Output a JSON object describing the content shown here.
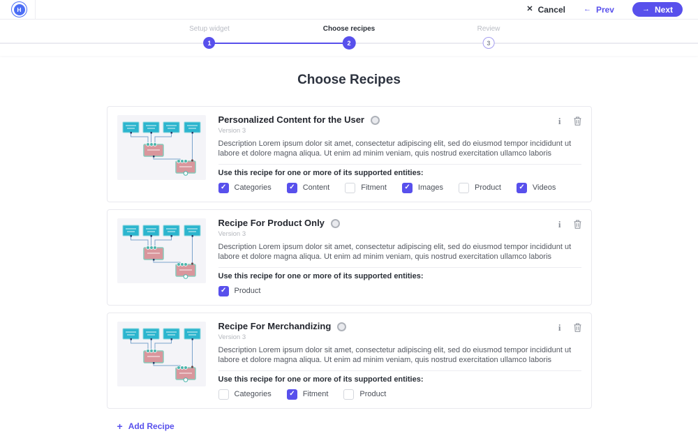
{
  "header": {
    "logo_letter": "H",
    "cancel_label": "Cancel",
    "prev_label": "Prev",
    "next_label": "Next"
  },
  "icons": {
    "cancel": "✕",
    "prev_arrow": "←",
    "next_arrow": "→",
    "info": "i",
    "add_plus": "+"
  },
  "stepper": {
    "steps": [
      {
        "number": "1",
        "label": "Setup widget",
        "state": "complete"
      },
      {
        "number": "2",
        "label": "Choose recipes",
        "state": "active"
      },
      {
        "number": "3",
        "label": "Review",
        "state": "upcoming"
      }
    ]
  },
  "page": {
    "title": "Choose Recipes",
    "add_recipe_label": "Add Recipe"
  },
  "recipes": [
    {
      "title": "Personalized Content for the User",
      "version": "Version 3",
      "description": "Description Lorem ipsum dolor sit amet, consectetur adipiscing elit, sed do eiusmod tempor incididunt ut labore et dolore magna aliqua. Ut enim ad minim veniam, quis nostrud exercitation ullamco laboris",
      "entities_label": "Use this recipe for one or more of its supported entities:",
      "entities": [
        {
          "label": "Categories",
          "checked": true
        },
        {
          "label": "Content",
          "checked": true
        },
        {
          "label": "Fitment",
          "checked": false
        },
        {
          "label": "Images",
          "checked": true
        },
        {
          "label": "Product",
          "checked": false
        },
        {
          "label": "Videos",
          "checked": true
        }
      ]
    },
    {
      "title": "Recipe For Product Only",
      "version": "Version 3",
      "description": "Description Lorem ipsum dolor sit amet, consectetur adipiscing elit, sed do eiusmod tempor incididunt ut labore et dolore magna aliqua. Ut enim ad minim veniam, quis nostrud exercitation ullamco laboris",
      "entities_label": "Use this recipe for one or more of its supported entities:",
      "entities": [
        {
          "label": "Product",
          "checked": true
        }
      ]
    },
    {
      "title": "Recipe For Merchandizing",
      "version": "Version 3",
      "description": "Description Lorem ipsum dolor sit amet, consectetur adipiscing elit, sed do eiusmod tempor incididunt ut labore et dolore magna aliqua. Ut enim ad minim veniam, quis nostrud exercitation ullamco laboris",
      "entities_label": "Use this recipe for one or more of its supported entities:",
      "entities": [
        {
          "label": "Categories",
          "checked": false
        },
        {
          "label": "Fitment",
          "checked": true
        },
        {
          "label": "Product",
          "checked": false
        }
      ]
    }
  ],
  "colors": {
    "primary": "#5850ec",
    "logo_blue": "#4c6ef5",
    "thumb_node_teal": "#2cb5ce",
    "thumb_node_pink": "#d9969c",
    "thumb_bg": "#f4f4f8"
  }
}
